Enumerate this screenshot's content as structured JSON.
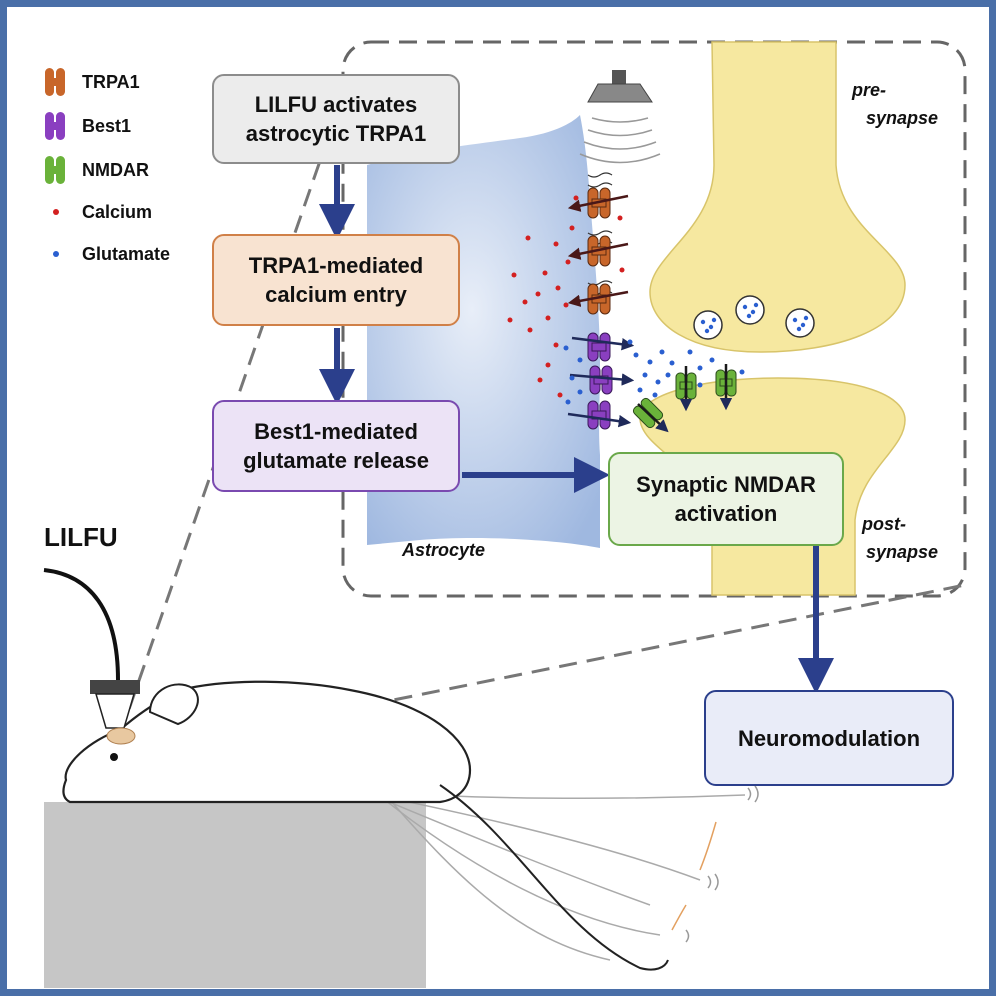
{
  "legend": {
    "items": [
      {
        "label": "TRPA1",
        "color": "#c8662a",
        "icon": "channel-icon"
      },
      {
        "label": "Best1",
        "color": "#8a3fc0",
        "icon": "channel-icon"
      },
      {
        "label": "NMDAR",
        "color": "#6ab23a",
        "icon": "channel-icon"
      },
      {
        "label": "Calcium",
        "color": "#d32020",
        "icon": "dot-icon"
      },
      {
        "label": "Glutamate",
        "color": "#2a5fd0",
        "icon": "dot-icon"
      }
    ]
  },
  "flow": {
    "step1": "LILFU activates\nastrocytic TRPA1",
    "step2": "TRPA1-mediated\ncalcium entry",
    "step3": "Best1-mediated\nglutamate release",
    "step4": "Synaptic NMDAR\nactivation",
    "step5": "Neuromodulation"
  },
  "labels": {
    "presynapse_1": "pre-",
    "presynapse_2": "synapse",
    "postsynapse_1": "post-",
    "postsynapse_2": "synapse",
    "astrocyte": "Astrocyte",
    "lilfu": "LILFU"
  },
  "colors": {
    "frame": "#4a6fa8",
    "arrow": "#2b3f8c",
    "box1_fill": "#ececec",
    "box1_border": "#8c8c8c",
    "box2_fill": "#f8e3d1",
    "box2_border": "#d08048",
    "box3_fill": "#ece3f6",
    "box3_border": "#7a4ab0",
    "box4_fill": "#ecf4e4",
    "box4_border": "#6aa84a",
    "box5_fill": "#e9ecf8",
    "box5_border": "#2b3f8c",
    "synapse": "#f6e8a0",
    "astrocyte": "#b5c8e8",
    "platform": "#c6c6c6"
  }
}
